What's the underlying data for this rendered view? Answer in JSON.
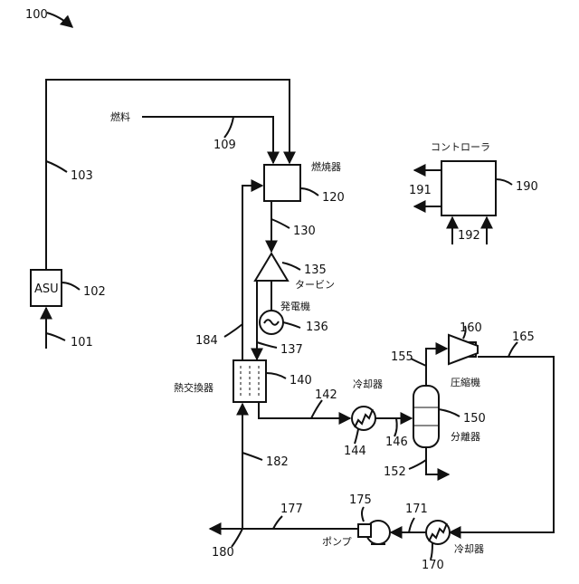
{
  "figure_number": "100",
  "components": {
    "asu": {
      "label": "ASU",
      "ref": "102"
    },
    "combustor": {
      "label": "燃焼器",
      "ref": "120"
    },
    "turbine": {
      "label": "タービン",
      "ref": "135"
    },
    "generator": {
      "label": "発電機",
      "ref": "136"
    },
    "heat_exchanger": {
      "label": "熱交換器",
      "ref": "140"
    },
    "cooler_upper": {
      "label": "冷却器",
      "ref": "144"
    },
    "separator": {
      "label": "分離器",
      "ref": "150"
    },
    "compressor": {
      "label": "圧縮機",
      "ref": "160"
    },
    "cooler_lower": {
      "label": "冷却器",
      "ref": "170"
    },
    "pump": {
      "label": "ポンプ",
      "ref": "175"
    },
    "controller": {
      "label": "コントローラ",
      "ref": "190"
    }
  },
  "fuel_label": "燃料",
  "stream_refs": {
    "s101": "101",
    "s103": "103",
    "s109": "109",
    "s130": "130",
    "s137": "137",
    "s142": "142",
    "s146": "146",
    "s152": "152",
    "s155": "155",
    "s165": "165",
    "s171": "171",
    "s177": "177",
    "s180": "180",
    "s182": "182",
    "s184": "184",
    "s191": "191",
    "s192": "192"
  }
}
